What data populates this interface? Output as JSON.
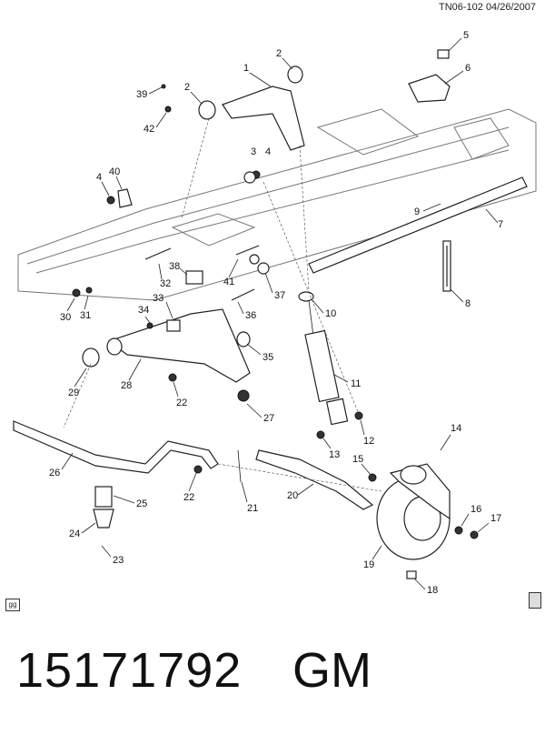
{
  "header": {
    "ref": "TN06-102  04/26/2007"
  },
  "footer": {
    "part_number": "15171792",
    "brand": "GM"
  },
  "corner": {
    "left_label": "gg"
  },
  "callouts": [
    "1",
    "2",
    "2",
    "3",
    "4",
    "4",
    "5",
    "6",
    "7",
    "8",
    "9",
    "10",
    "11",
    "12",
    "13",
    "14",
    "15",
    "16",
    "17",
    "18",
    "19",
    "20",
    "21",
    "22",
    "22",
    "23",
    "24",
    "25",
    "26",
    "27",
    "28",
    "29",
    "30",
    "31",
    "32",
    "33",
    "34",
    "35",
    "36",
    "37",
    "38",
    "39",
    "40",
    "41",
    "42"
  ]
}
